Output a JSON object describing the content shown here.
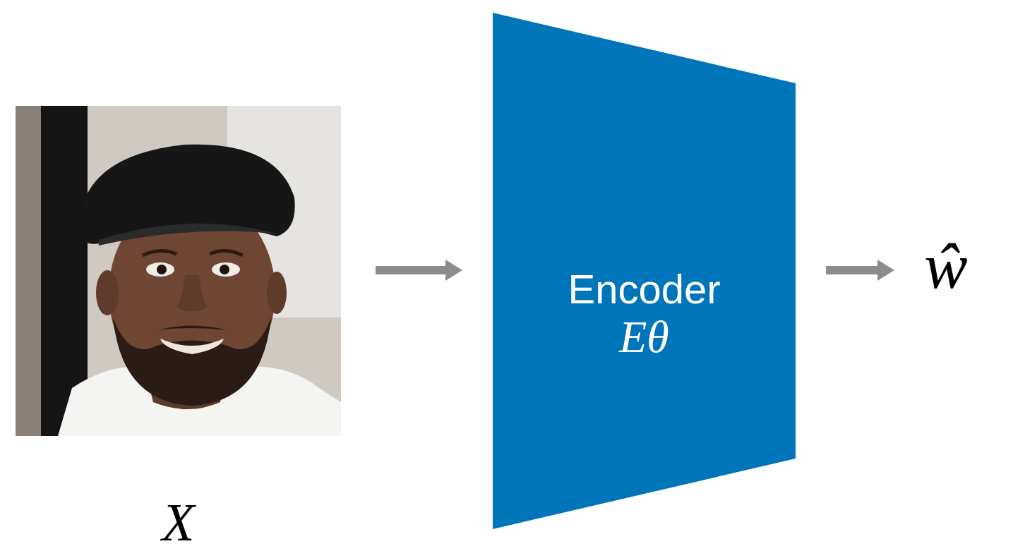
{
  "diagram": {
    "nodes": [
      {
        "text": [
          "X"
        ]
      },
      {
        "text": [
          "Encoder",
          "Eθ"
        ]
      },
      {
        "text": [
          "ŵ"
        ]
      }
    ],
    "edges": [
      {
        "from": 0,
        "to": 1,
        "arrow": "to"
      },
      {
        "from": 1,
        "to": 2,
        "arrow": "to"
      }
    ]
  }
}
